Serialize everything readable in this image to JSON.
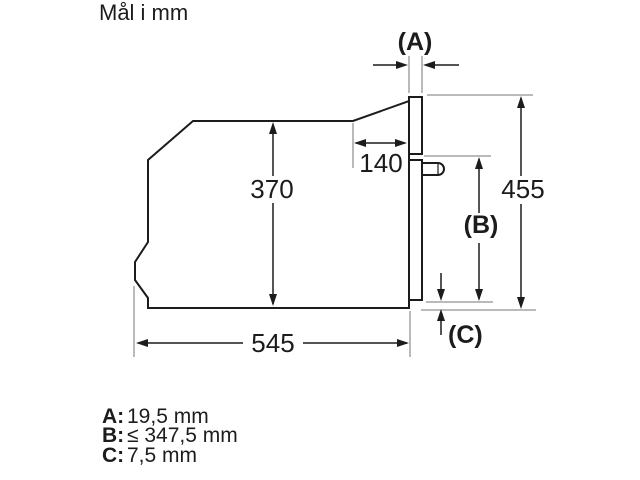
{
  "title": "Mål i mm",
  "diagram": {
    "label_a": "(A)",
    "dim_front_frame_depth": "140",
    "dim_body_height": "370",
    "dim_total_height": "455",
    "label_b": "(B)",
    "label_c": "(C)",
    "dim_depth": "545"
  },
  "legend": {
    "items": [
      {
        "key": "A:",
        "value": "19,5 mm"
      },
      {
        "key": "B:",
        "value": "≤ 347,5 mm"
      },
      {
        "key": "C:",
        "value": "7,5 mm"
      }
    ]
  },
  "colors": {
    "line": "#1c1c1c",
    "extension_line": "#a3a3a3",
    "background": "#ffffff"
  }
}
